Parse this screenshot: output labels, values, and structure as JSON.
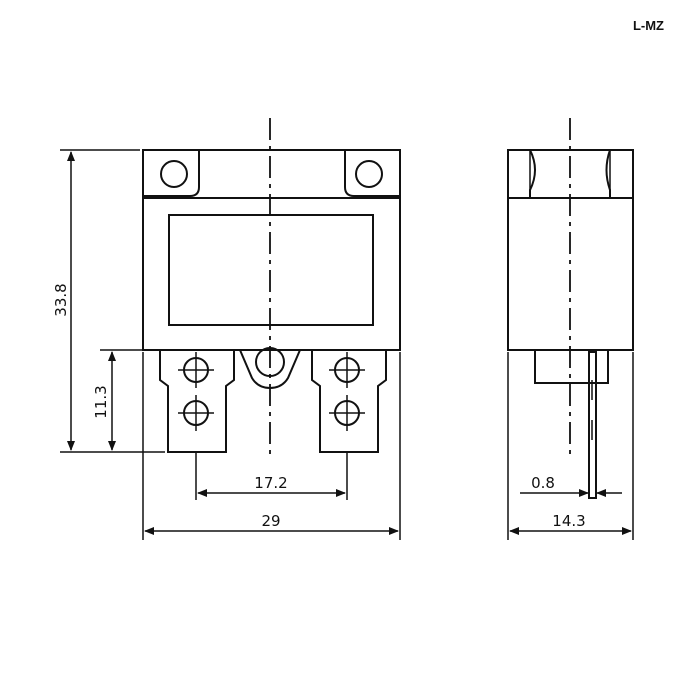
{
  "model_label": "L-MZ",
  "dimensions": {
    "height_total": "33.8",
    "terminal_height": "11.3",
    "terminal_spacing": "17.2",
    "body_width": "29",
    "tab_thickness": "0.8",
    "side_depth": "14.3"
  }
}
